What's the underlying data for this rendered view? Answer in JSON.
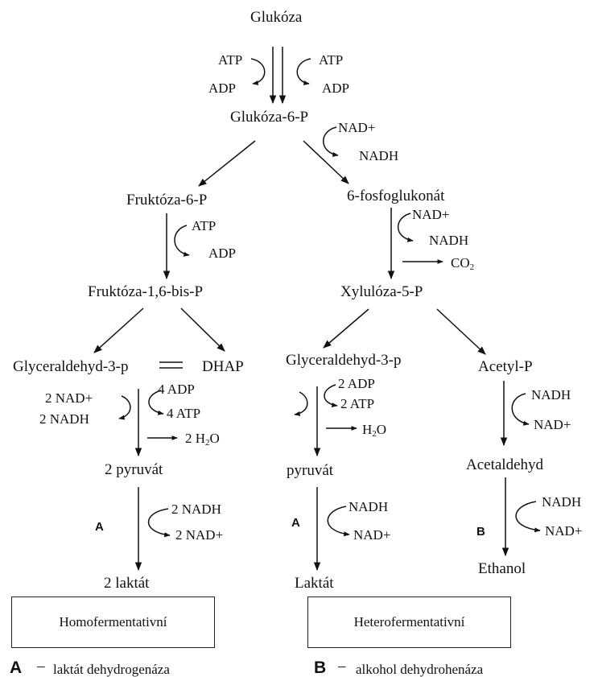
{
  "nodes": {
    "glukoza": "Glukóza",
    "glukoza6p": "Glukóza-6-P",
    "fruktoza6p": "Fruktóza-6-P",
    "fruktoza16bisp": "Fruktóza-1,6-bis-P",
    "gap_left": "Glyceraldehyd-3-p",
    "dhap": "DHAP",
    "pyruvat_left": "2 pyruvát",
    "laktat_left": "2 laktát",
    "fosfoglukonat": "6-fosfoglukonát",
    "xyluloza5p": "Xylulóza-5-P",
    "gap_right": "Glyceraldehyd-3-p",
    "pyruvat_right": "pyruvát",
    "laktat_right": "Laktát",
    "acetylp": "Acetyl-P",
    "acetaldehyd": "Acetaldehyd",
    "ethanol": "Ethanol"
  },
  "cofactors": {
    "atp": "ATP",
    "adp": "ADP",
    "nad_plus": "NAD+",
    "nadh": "NADH",
    "co2_base": "CO",
    "co2_sub": "2",
    "two_nad_plus": "2 NAD+",
    "two_nadh": "2 NADH",
    "four_adp": "4 ADP",
    "four_atp": "4 ATP",
    "two_h2o_prefix": "2 H",
    "h2o_base": "H",
    "h2o_sub": "2",
    "h2o_suffix": "O",
    "two_adp": "2 ADP",
    "two_atp": "2 ATP",
    "two_nadh_spaced": "2 NADH",
    "two_nad_plus_spaced": "2 NAD+"
  },
  "enzyme_markers": {
    "a": "A",
    "b": "B"
  },
  "boxes": {
    "homo": "Homofermentativní",
    "hetero": "Heterofermentativní"
  },
  "legend": {
    "a_key": "A",
    "a_dash": "–",
    "a_text": "laktát dehydrogenáza",
    "b_key": "B",
    "b_dash": "–",
    "b_text": "alkohol dehydrohenáza"
  }
}
